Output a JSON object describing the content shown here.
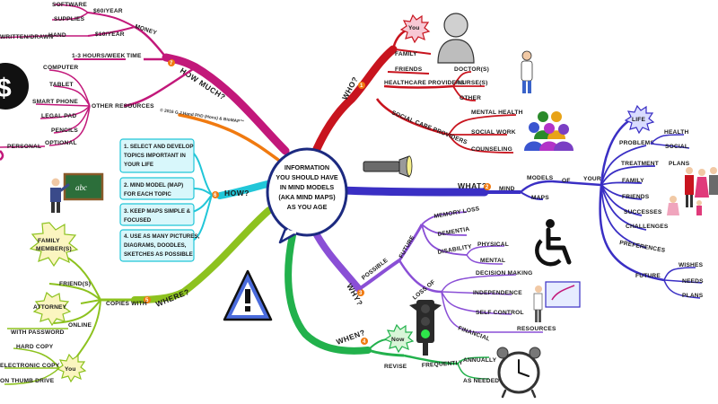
{
  "center": {
    "lines": [
      "INFORMATION",
      "YOU SHOULD HAVE",
      "IN MIND MODELS",
      "(AKA MIND MAPS)",
      "AS YOU AGE"
    ]
  },
  "copyright": "© 2016 G.J.Hand PhD (Hons) & BioMAP™",
  "branches": {
    "who": {
      "title": "WHO?",
      "number": "1",
      "you": "You",
      "items": [
        "FAMILY",
        "FRIENDS",
        "HEALTHCARE PROVIDERS",
        "SOCIAL CARE PROVIDERS"
      ],
      "healthcare": [
        "DOCTOR(S)",
        "NURSE(S)",
        "OTHER"
      ],
      "social": [
        "MENTAL HEALTH",
        "SOCIAL WORK",
        "COUNSELING"
      ]
    },
    "what": {
      "title": "WHAT?",
      "number": "2",
      "chain": [
        "MIND",
        "MODELS",
        "OF",
        "YOUR"
      ],
      "maps": "MAPS",
      "life": "LIFE",
      "items": [
        "PROBLEMS",
        "TREATMENT",
        "FAMILY",
        "FRIENDS",
        "SUCCESSES",
        "CHALLENGES",
        "PREFERENCES"
      ],
      "health": [
        "HEALTH",
        "SOCIAL"
      ],
      "treatment_plans": "PLANS",
      "future": "FUTURE",
      "future_items": [
        "WISHES",
        "NEEDS",
        "PLANS"
      ]
    },
    "why": {
      "title": "WHY?",
      "number": "3",
      "possible": "POSSIBLE",
      "future": "FUTURE",
      "future_items": [
        "MEMORY LOSS",
        "DEMENTIA",
        "DISABILITY"
      ],
      "disability": [
        "PHYSICAL",
        "MENTAL"
      ],
      "loss_of": "LOSS OF",
      "loss_items": [
        "DECISION MAKING",
        "INDEPENDENCE",
        "SELF CONTROL",
        "FINANCIAL"
      ],
      "resources": "RESOURCES"
    },
    "when": {
      "title": "WHEN?",
      "number": "4",
      "now": "Now",
      "revise": "REVISE",
      "frequently": "FREQUENTLY",
      "freq_items": [
        "ANNUALLY",
        "AS NEEDED"
      ]
    },
    "where": {
      "title": "WHERE?",
      "number": "5",
      "copies_with": "COPIES WITH",
      "family": "FAMILY MEMBER(S)",
      "friends": "FRIEND(S)",
      "attorney": "ATTORNEY",
      "online": "ONLINE",
      "with_password": "WITH PASSWORD",
      "you": "You",
      "hard_copy": "HARD COPY",
      "electronic_copy": "ELECTRONIC COPY",
      "thumb_drive": "ON THUMB DRIVE"
    },
    "how": {
      "title": "HOW?",
      "number": "6",
      "tips": [
        "1. SELECT AND DEVELOP TOPICS IMPORTANT IN YOUR LIFE",
        "2. MIND MODEL (MAP) FOR EACH TOPIC",
        "3. KEEP MAPS SIMPLE & FOCUSED",
        "4. USE AS MANY PICTURES, DIAGRAMS, DOODLES, SKETCHES AS POSSIBLE"
      ]
    },
    "how_much": {
      "title": "HOW MUCH?",
      "number": "7",
      "money": "MONEY",
      "money_items": [
        "SOFTWARE",
        "SUPPLIES",
        "HAND",
        "WRITTEN/DRAWN"
      ],
      "per_year_1": "$60/YEAR",
      "per_year_2": "$10/YEAR",
      "time": "TIME",
      "hours": "1-3 HOURS/WEEK",
      "other": "OTHER RESOURCES",
      "other_items": [
        "COMPUTER",
        "TABLET",
        "SMART PHONE",
        "LEGAL PAD",
        "PENCILS",
        "OPTIONAL"
      ],
      "personal": "PERSONAL"
    }
  },
  "colors": {
    "who": "#c8141e",
    "what": "#3a2fc4",
    "why": "#8a4fd6",
    "when": "#22b14c",
    "where": "#8dc21f",
    "how": "#21c6d8",
    "how_much": "#c2187a",
    "copyright": "#f07a10"
  }
}
